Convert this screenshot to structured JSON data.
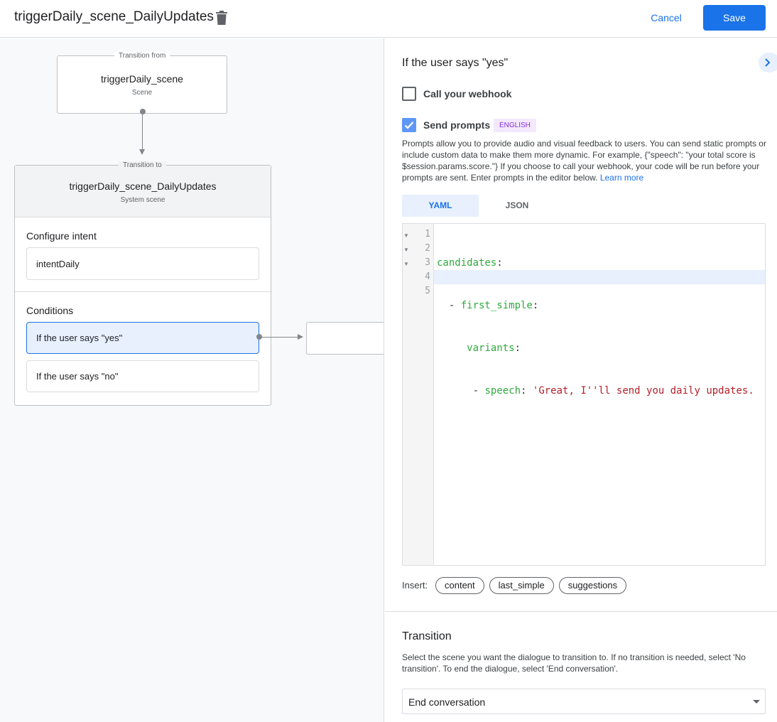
{
  "header": {
    "title": "triggerDaily_scene_DailyUpdates",
    "cancel": "Cancel",
    "save": "Save"
  },
  "flow": {
    "from": {
      "legend": "Transition from",
      "name": "triggerDaily_scene",
      "type": "Scene"
    },
    "to": {
      "legend": "Transition to",
      "name": "triggerDaily_scene_DailyUpdates",
      "type": "System scene"
    },
    "intent_heading": "Configure intent",
    "intent": "intentDaily",
    "conditions_heading": "Conditions",
    "conditions": [
      "If the user says \"yes\"",
      "If the user says \"no\""
    ]
  },
  "panel": {
    "title": "If the user says \"yes\"",
    "webhook_label": "Call your webhook",
    "webhook_checked": false,
    "prompts_label": "Send prompts",
    "prompts_checked": true,
    "language_badge": "ENGLISH",
    "description": "Prompts allow you to provide audio and visual feedback to users. You can send static prompts or include custom data to make them more dynamic. For example, {\"speech\": \"your total score is $session.params.score.\"} If you choose to call your webhook, your code will be run before your prompts are sent. Enter prompts in the editor below.",
    "learn_more": "Learn more",
    "tabs": [
      "YAML",
      "JSON"
    ],
    "active_tab": "YAML",
    "code": {
      "line_numbers": [
        "1",
        "2",
        "3",
        "4",
        "5"
      ],
      "l1_key": "candidates",
      "l2_dash": "  - ",
      "l2_key": "first_simple",
      "l3_key": "variants",
      "l4_dash": "      - ",
      "l4_key": "speech",
      "l4_val": "'Great, I''ll send you daily updates.",
      "colon": ":"
    },
    "insert_label": "Insert:",
    "insert_chips": [
      "content",
      "last_simple",
      "suggestions"
    ],
    "transition_heading": "Transition",
    "transition_desc": "Select the scene you want the dialogue to transition to. If no transition is needed, select 'No transition'. To end the dialogue, select 'End conversation'.",
    "transition_value": "End conversation"
  },
  "colors": {
    "accent": "#1a73e8",
    "selected_bg": "#e8f0fe",
    "badge_bg": "#f3e8fd",
    "badge_text": "#8430ce"
  }
}
